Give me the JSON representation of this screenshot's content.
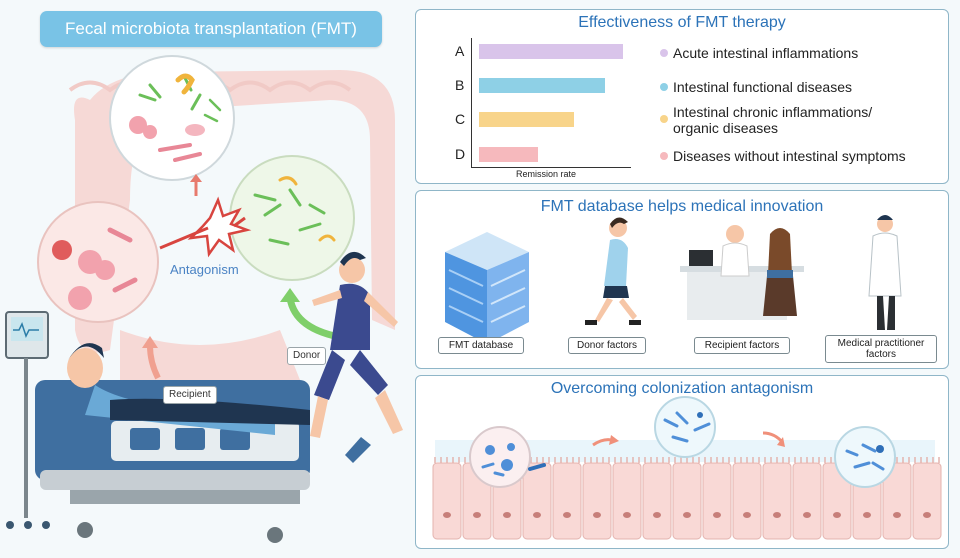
{
  "header": {
    "title": "Fecal microbiota transplantation (FMT)"
  },
  "left_scene": {
    "antagonism_label": "Antagonism",
    "donor_label": "Donor",
    "recipient_label": "Recipient"
  },
  "effectiveness_panel": {
    "title": "Effectiveness of FMT therapy",
    "chart_data": {
      "type": "bar",
      "orientation": "horizontal",
      "categories": [
        "A",
        "B",
        "C",
        "D"
      ],
      "values": [
        0.96,
        0.84,
        0.63,
        0.39
      ],
      "xlabel": "Remission rate",
      "xlim": [
        0,
        1
      ],
      "colors": [
        "#d9c4ea",
        "#8ed0e6",
        "#f8d48a",
        "#f6b9bd"
      ],
      "legend": [
        {
          "key": "A",
          "label": "Acute intestinal inflammations",
          "color": "#d9c4ea"
        },
        {
          "key": "B",
          "label": "Intestinal functional diseases",
          "color": "#8ed0e6"
        },
        {
          "key": "C",
          "label": "Intestinal chronic inflammations/ organic diseases",
          "color": "#f8d48a"
        },
        {
          "key": "D",
          "label": "Diseases without intestinal symptoms",
          "color": "#f6b9bd"
        }
      ]
    }
  },
  "database_panel": {
    "title": "FMT database helps medical innovation",
    "factors": [
      {
        "label": "FMT database"
      },
      {
        "label": "Donor factors"
      },
      {
        "label": "Recipient factors"
      },
      {
        "label": "Medical practitioner factors"
      }
    ]
  },
  "colonization_panel": {
    "title": "Overcoming colonization antagonism"
  },
  "colors": {
    "title_pill": "#79c3e6",
    "panel_border": "#8fb6c8",
    "panel_title": "#2c73b8",
    "colon": "#f6d9d6"
  }
}
